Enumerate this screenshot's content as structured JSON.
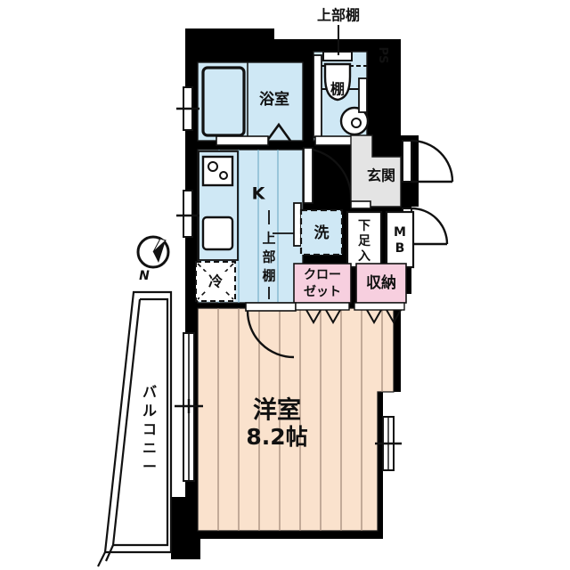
{
  "plan": {
    "type": "japanese-apartment-floor-plan",
    "layout_name": "1K",
    "colors": {
      "wall": "#000000",
      "wet_area_fill": "#cfe8f5",
      "room_floor_fill": "#fae2cd",
      "storage_fill": "#f7cfdf",
      "entry_fill": "#e4e4e4",
      "white": "#ffffff",
      "line": "#1a1a1a",
      "plank_line": "#9d8675"
    },
    "rooms": [
      {
        "id": "bathroom",
        "label": "浴室",
        "fill": "#cfe8f5"
      },
      {
        "id": "toilet",
        "label": "棚",
        "fill": "#cfe8f5"
      },
      {
        "id": "kitchen",
        "label": "K",
        "fill": "#cfe8f5"
      },
      {
        "id": "entry",
        "label": "玄関",
        "fill": "#e4e4e4"
      },
      {
        "id": "bedroom",
        "label": "洋室",
        "fill": "#fae2cd"
      }
    ],
    "labels": {
      "upper_shelf_top": "上部棚",
      "pipe_shaft": "PS",
      "toilet_shelf": "棚",
      "bathroom": "浴室",
      "entry": "玄関",
      "kitchen": "K",
      "upper_shelf_kitchen_line1": "上",
      "upper_shelf_kitchen_line2": "部",
      "upper_shelf_kitchen_line3": "棚",
      "washer": "洗",
      "fridge": "冷",
      "shoe_box_line1": "下",
      "shoe_box_line2": "足",
      "shoe_box_line3": "入",
      "meter_box_line1": "M",
      "meter_box_line2": "B",
      "closet_line1": "クロー",
      "closet_line2": "ゼット",
      "storage": "収納",
      "bedroom_name": "洋室",
      "bedroom_size": "8.2帖",
      "balcony_c1": "バ",
      "balcony_c2": "ル",
      "balcony_c3": "コ",
      "balcony_c4": "ニ",
      "balcony_c5": "ー",
      "compass_north": "N"
    },
    "areas": {
      "bedroom_tatami": "8.2帖"
    },
    "fixtures": [
      {
        "name": "bathtub",
        "room": "bathroom"
      },
      {
        "name": "toilet-bowl",
        "room": "toilet"
      },
      {
        "name": "washbasin",
        "room": "toilet"
      },
      {
        "name": "gas-stove-two-burner",
        "room": "kitchen"
      },
      {
        "name": "kitchen-sink",
        "room": "kitchen"
      },
      {
        "name": "refrigerator-space",
        "room": "kitchen"
      },
      {
        "name": "washing-machine-space",
        "room": "kitchen"
      },
      {
        "name": "shoe-cabinet",
        "room": "entry"
      },
      {
        "name": "meter-box",
        "room": "entry"
      },
      {
        "name": "closet",
        "room": "bedroom"
      },
      {
        "name": "storage",
        "room": "bedroom"
      }
    ]
  }
}
